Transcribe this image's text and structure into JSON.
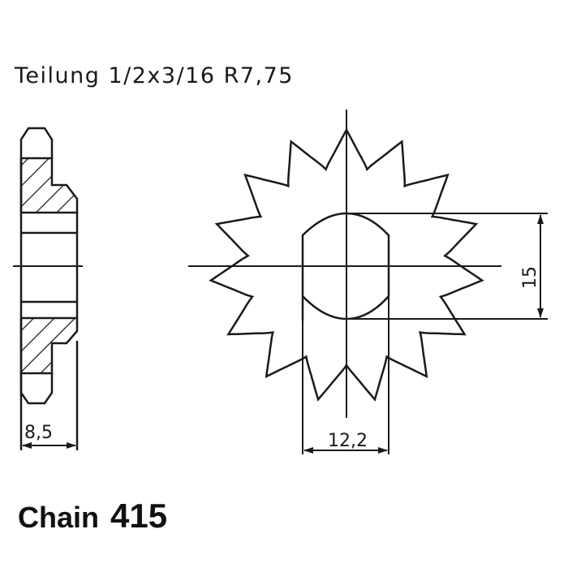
{
  "header": {
    "title": "Teilung 1/2x3/16 R7,75"
  },
  "drawing": {
    "type": "sprocket technical drawing",
    "teeth_count": 15,
    "dimensions": {
      "side_width": "8,5",
      "bore_width": "12,2",
      "bore_height": "15"
    }
  },
  "footer": {
    "chain_label": "Chain",
    "chain_size": "415"
  },
  "colors": {
    "line": "#1a1a1a",
    "background": "#ffffff"
  }
}
